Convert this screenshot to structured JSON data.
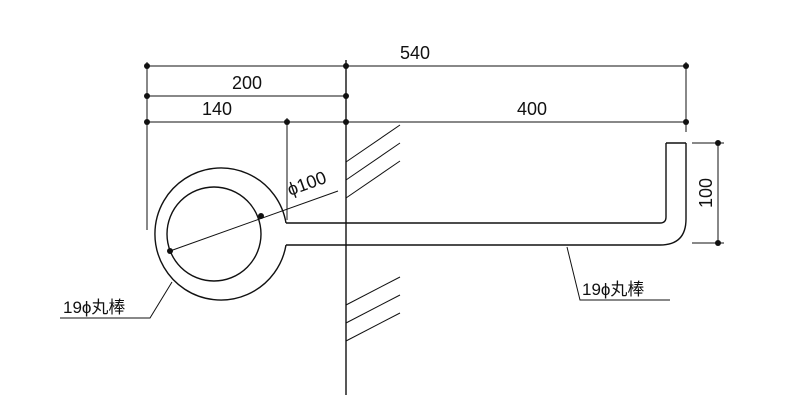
{
  "dimensions": {
    "overall": "540",
    "ring_section": "200",
    "ring_to_tangent": "140",
    "horizontal_run": "400",
    "hook_height": "100",
    "inner_diameter": "ϕ100"
  },
  "annotations": {
    "ring_material": "19ϕ丸棒",
    "rod_material": "19ϕ丸棒"
  }
}
